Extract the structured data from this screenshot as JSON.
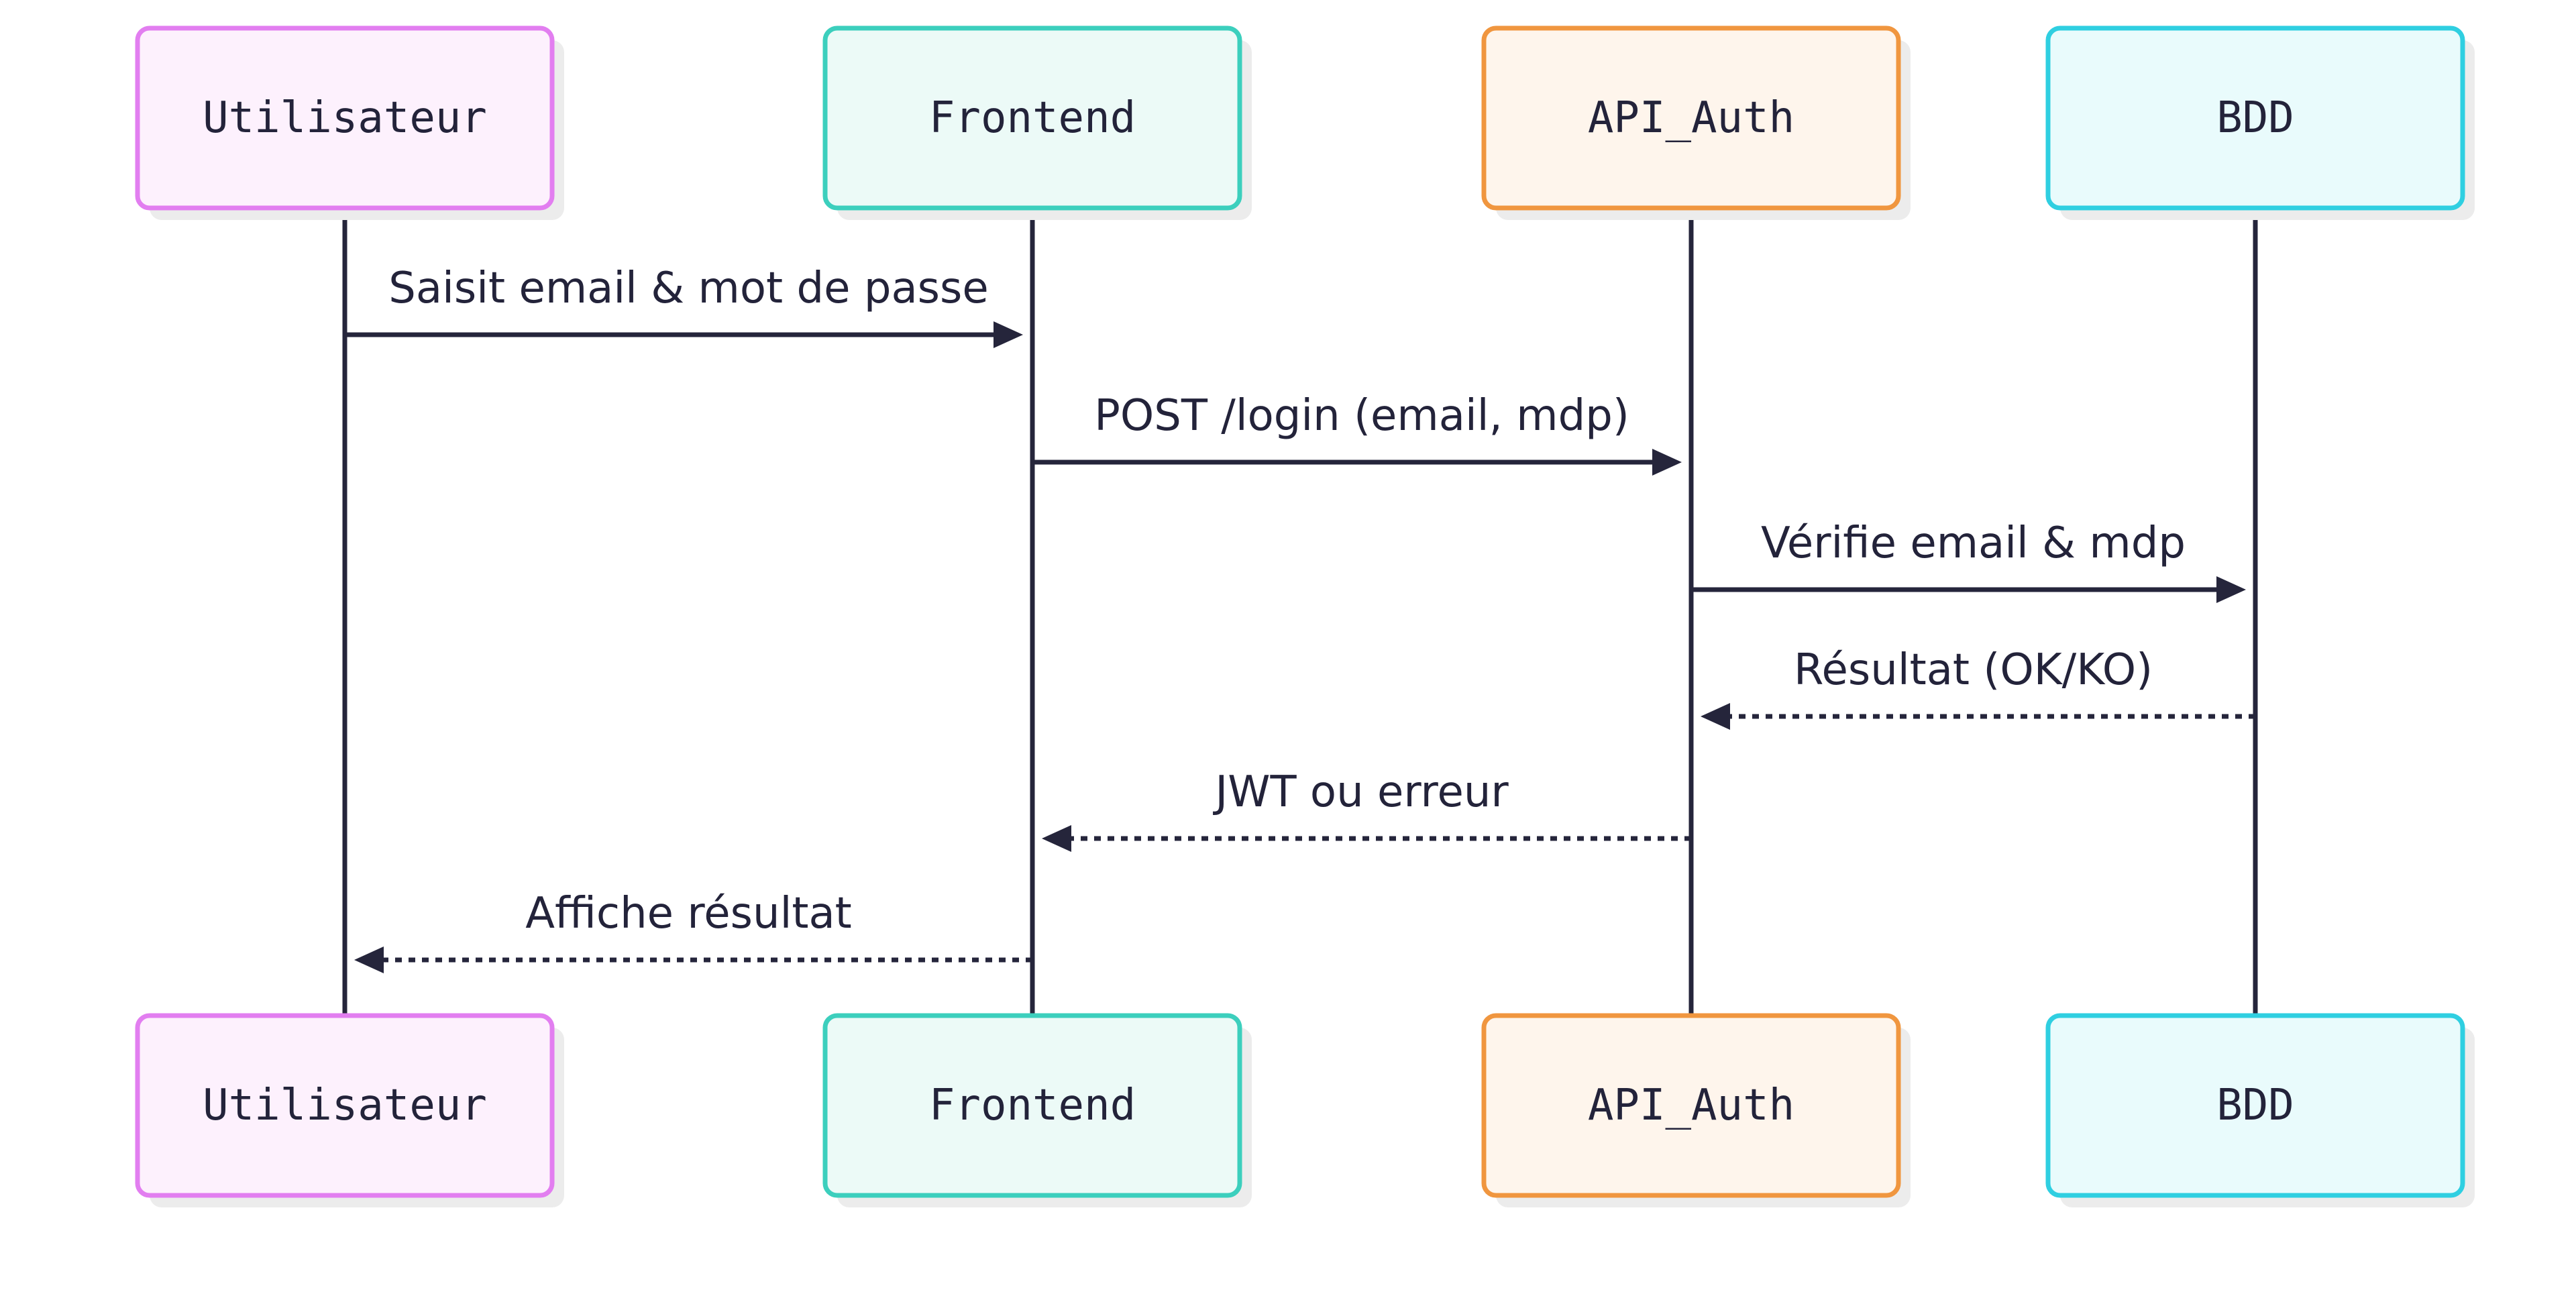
{
  "participants": [
    {
      "id": "utilisateur",
      "label": "Utilisateur",
      "border": "#e27ef0",
      "fill": "#fdf1fd"
    },
    {
      "id": "frontend",
      "label": "Frontend",
      "border": "#3ccfbd",
      "fill": "#ecfaf7"
    },
    {
      "id": "api-auth",
      "label": "API_Auth",
      "border": "#f0963f",
      "fill": "#fef5ec"
    },
    {
      "id": "bdd",
      "label": "BDD",
      "border": "#2fcfe1",
      "fill": "#e9fbfc"
    }
  ],
  "messages": [
    {
      "from": 0,
      "to": 1,
      "label": "Saisit email & mot de passe",
      "style": "solid"
    },
    {
      "from": 1,
      "to": 2,
      "label": "POST /login (email, mdp)",
      "style": "solid"
    },
    {
      "from": 2,
      "to": 3,
      "label": "Vérifie email & mdp",
      "style": "solid"
    },
    {
      "from": 3,
      "to": 2,
      "label": "Résultat (OK/KO)",
      "style": "dashed"
    },
    {
      "from": 2,
      "to": 1,
      "label": "JWT ou erreur",
      "style": "dashed"
    },
    {
      "from": 1,
      "to": 0,
      "label": "Affiche résultat",
      "style": "dashed"
    }
  ],
  "colors": {
    "line": "#25253b",
    "text": "#23233a",
    "shadow": "#ececec"
  }
}
